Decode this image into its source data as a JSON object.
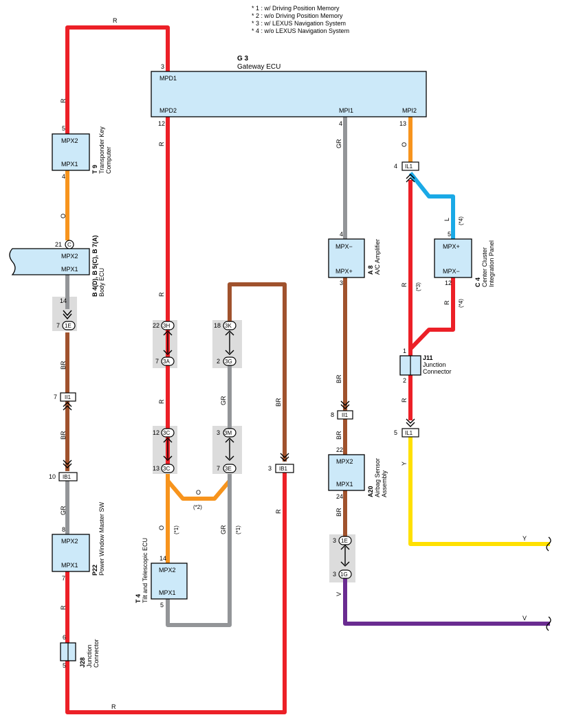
{
  "colors": {
    "R": "#ec2027",
    "O": "#f7941d",
    "GR": "#939598",
    "BR": "#a0522d",
    "L": "#1aa9e6",
    "Y": "#ffe000",
    "V": "#6a2c91",
    "ecu_fill": "#cce9f9"
  },
  "notes": [
    "* 1 : w/ Driving Position Memory",
    "* 2 : w/o Driving Position Memory",
    "* 3 : w/ LEXUS Navigation System",
    "* 4 : w/o LEXUS Navigation System"
  ],
  "components": {
    "g3": {
      "code": "G 3",
      "name": "Gateway ECU",
      "pin_mpd1": "MPD1",
      "pin_mpd2": "MPD2",
      "pin_mpi1": "MPI1",
      "pin_mpi2": "MPI2",
      "n_mpd1": "3",
      "n_mpd2": "12",
      "n_mpi1": "4",
      "n_mpi2": "13"
    },
    "t9": {
      "code": "T 9",
      "name": "Transponder Key Computer",
      "name1": "Transponder Key",
      "name2": "Computer",
      "pin_top": "MPX2",
      "pin_bot": "MPX1",
      "n_top": "5",
      "n_bot": "4"
    },
    "b4": {
      "code": "B 4(D), B 5(C), B 7(A)",
      "name": "Body ECU",
      "pin_top": "MPX2",
      "pin_bot": "MPX1",
      "n_top": "21",
      "conn_top": "C",
      "n_bot": "14"
    },
    "a8": {
      "code": "A 8",
      "name": "A/C Amplifier",
      "pin_top": "MPX−",
      "pin_bot": "MPX+",
      "n_top": "4",
      "n_bot": "3"
    },
    "c4": {
      "code": "C 4",
      "name1": "Center Cluster",
      "name2": "Integration Panel",
      "pin_top": "MPX+",
      "pin_bot": "MPX−",
      "n_top": "5",
      "n_bot": "12"
    },
    "j11": {
      "code": "J11",
      "name1": "Junction",
      "name2": "Connector",
      "n_top": "1",
      "n_bot": "2"
    },
    "a20": {
      "code": "A20",
      "name1": "Airbag Sensor",
      "name2": "Assembly",
      "pin_top": "MPX2",
      "pin_bot": "MPX1",
      "n_top": "22",
      "n_bot": "24"
    },
    "p22": {
      "code": "P22",
      "name": "Power Window Master SW",
      "pin_top": "MPX2",
      "pin_bot": "MPX1",
      "n_top": "8",
      "n_bot": "7"
    },
    "t4": {
      "code": "T 4",
      "name": "Tilt and Telescopic ECU",
      "pin_top": "MPX2",
      "pin_bot": "MPX1",
      "n_top": "14",
      "n_bot": "5"
    },
    "j28": {
      "code": "J28",
      "name1": "Junction",
      "name2": "Connector",
      "n_top": "6",
      "n_bot": "5"
    }
  },
  "connectors": {
    "il1_top": {
      "label": "IL1",
      "pin": "4"
    },
    "il1_bot": {
      "label": "IL1",
      "pin": "5"
    },
    "ii1_left": {
      "label": "II1",
      "pin": "7"
    },
    "ii1_mid": {
      "label": "II1",
      "pin": "8"
    },
    "ib1_left": {
      "label": "IB1",
      "pin": "10"
    },
    "ib1_mid": {
      "label": "IB1",
      "pin": "3"
    },
    "c_1e_left": {
      "label": "1E",
      "pin": "7"
    },
    "c_3h": {
      "label": "3H",
      "pin": "22"
    },
    "c_3a": {
      "label": "3A",
      "pin": "7"
    },
    "c_3k": {
      "label": "3K",
      "pin": "18"
    },
    "c_3g": {
      "label": "3G",
      "pin": "2"
    },
    "c_3c_top": {
      "label": "3C",
      "pin": "12"
    },
    "c_3c_bot": {
      "label": "3C",
      "pin": "13"
    },
    "c_3m": {
      "label": "3M",
      "pin": "3"
    },
    "c_3e": {
      "label": "3E",
      "pin": "7"
    },
    "c_1e_right": {
      "label": "1E",
      "pin": "3"
    },
    "c_1g": {
      "label": "1G",
      "pin": "3"
    }
  },
  "wire_labels": {
    "R": "R",
    "O": "O",
    "GR": "GR",
    "BR": "BR",
    "L": "L",
    "Y": "Y",
    "V": "V",
    "n1": "(*1)",
    "n2": "(*2)",
    "n3": "(*3)",
    "n4": "(*4)"
  }
}
